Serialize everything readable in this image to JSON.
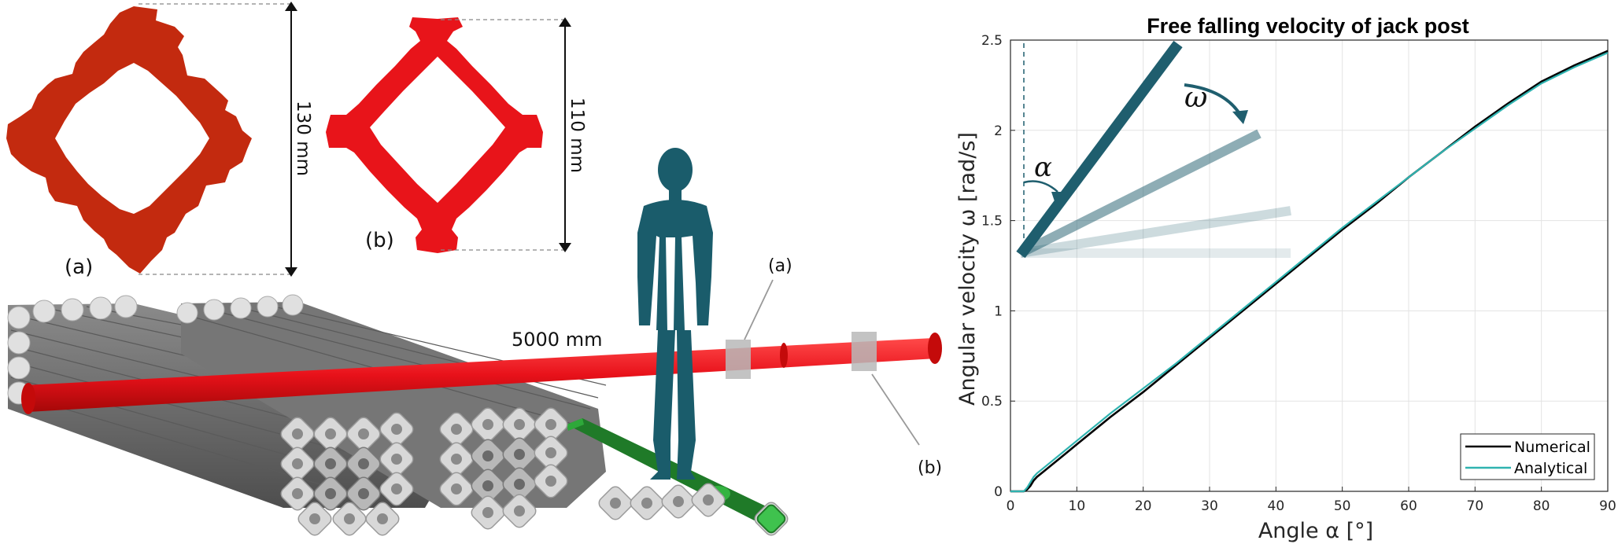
{
  "figure": {
    "left_panel": {
      "profile_a": {
        "tag": "(a)",
        "dimension": "130 mm",
        "color": "#c32a0f"
      },
      "profile_b": {
        "tag": "(b)",
        "dimension": "110 mm",
        "color": "#e8141a"
      },
      "post_length": "5000 mm",
      "callout_a": "(a)",
      "callout_b": "(b)",
      "colors": {
        "post": "#e8111a",
        "human": "#1a5c6b",
        "stack": "#6e6e6e",
        "green_post": "#1f7a28"
      }
    },
    "inset": {
      "omega_symbol": "ω",
      "alpha_symbol": "α",
      "color": "#1f5e6e"
    }
  },
  "chart_data": {
    "type": "line",
    "title": "Free falling velocity of jack post",
    "xlabel": "Angle α [°]",
    "ylabel": "Angular velocity ω [rad/s]",
    "xlim": [
      0,
      90
    ],
    "ylim": [
      0,
      2.5
    ],
    "xticks": [
      0,
      10,
      20,
      30,
      40,
      50,
      60,
      70,
      80,
      90
    ],
    "yticks": [
      0,
      0.5,
      1,
      1.5,
      2,
      2.5
    ],
    "grid": true,
    "legend_position": "bottom-right",
    "series": [
      {
        "name": "Numerical",
        "color": "#000000",
        "x": [
          0,
          2,
          2.5,
          3,
          3.5,
          4,
          5,
          6,
          8,
          10,
          15,
          20,
          25,
          30,
          35,
          40,
          45,
          50,
          55,
          60,
          65,
          70,
          75,
          80,
          85,
          90
        ],
        "y": [
          0,
          0,
          0.01,
          0.03,
          0.06,
          0.08,
          0.11,
          0.14,
          0.2,
          0.26,
          0.41,
          0.55,
          0.7,
          0.85,
          1.0,
          1.15,
          1.3,
          1.45,
          1.59,
          1.74,
          1.88,
          2.02,
          2.15,
          2.27,
          2.36,
          2.44
        ]
      },
      {
        "name": "Analytical",
        "color": "#2fb3b0",
        "x": [
          0,
          2,
          2.5,
          3,
          3.5,
          4,
          5,
          6,
          8,
          10,
          15,
          20,
          25,
          30,
          35,
          40,
          45,
          50,
          55,
          60,
          65,
          70,
          75,
          80,
          85,
          90
        ],
        "y": [
          0,
          0,
          0.02,
          0.05,
          0.08,
          0.1,
          0.13,
          0.16,
          0.22,
          0.28,
          0.43,
          0.57,
          0.71,
          0.86,
          1.01,
          1.16,
          1.31,
          1.46,
          1.6,
          1.74,
          1.88,
          2.01,
          2.14,
          2.26,
          2.35,
          2.43
        ]
      }
    ]
  }
}
